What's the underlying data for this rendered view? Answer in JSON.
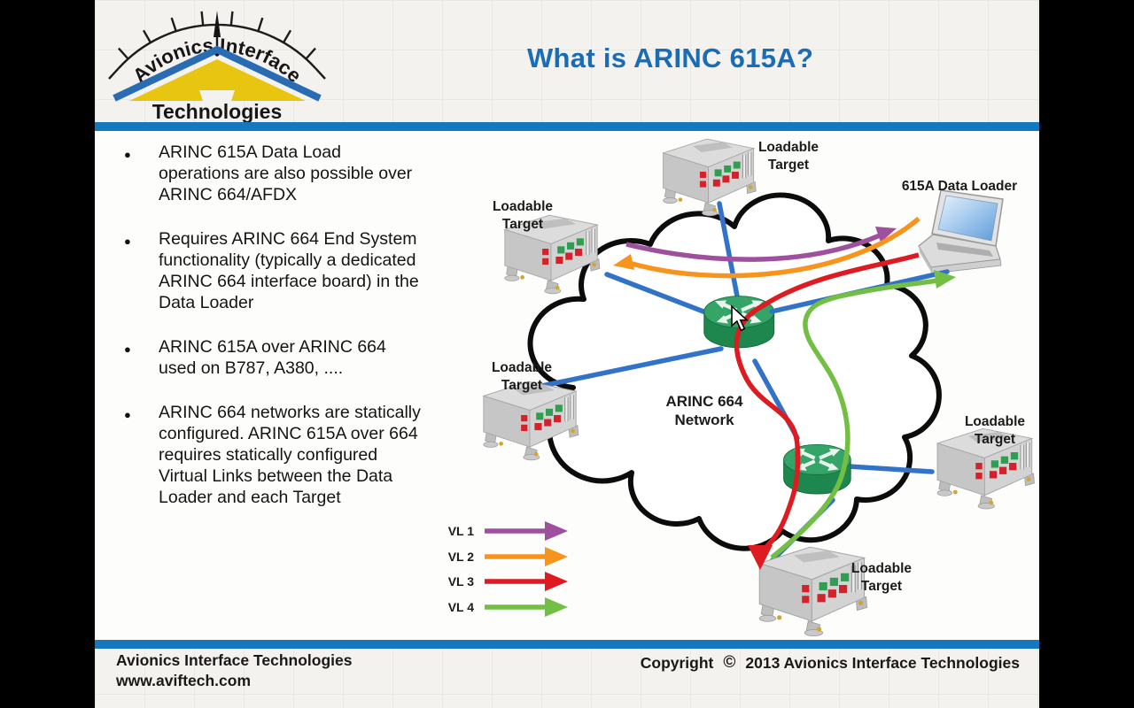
{
  "header": {
    "title": "What is ARINC 615A?"
  },
  "logo": {
    "line1": "Avionics Interface",
    "line2": "Technologies"
  },
  "bullets": [
    "ARINC 615A Data Load\noperations are also possible over\nARINC 664/AFDX",
    "Requires ARINC 664 End System\nfunctionality (typically a dedicated\nARINC 664 interface board) in the\nData Loader",
    "ARINC 615A over ARINC 664\nused on B787, A380, ....",
    "ARINC 664 networks are statically\nconfigured. ARINC 615A over 664\nrequires statically configured\nVirtual Links between the Data\nLoader and each Target"
  ],
  "diagram": {
    "network_label": {
      "line1": "ARINC 664",
      "line2": "Network"
    },
    "data_loader_label": "615A Data Loader",
    "targets": [
      {
        "line1": "Loadable",
        "line2": "Target"
      },
      {
        "line1": "Loadable",
        "line2": "Target"
      },
      {
        "line1": "Loadable",
        "line2": "Target"
      },
      {
        "line1": "Loadable",
        "line2": "Target"
      },
      {
        "line1": "Loadable",
        "line2": "Target"
      }
    ],
    "legend": [
      {
        "label": "VL 1",
        "color": "#9e4f9e"
      },
      {
        "label": "VL 2",
        "color": "#f7941e"
      },
      {
        "label": "VL 3",
        "color": "#dd1b21"
      },
      {
        "label": "VL 4",
        "color": "#72bf44"
      }
    ],
    "link_color": "#3273c8"
  },
  "footer": {
    "company": "Avionics Interface Technologies",
    "website": "www.aviftech.com",
    "copyright_prefix": "Copyright",
    "copyright_symbol": "©",
    "copyright_text": "2013 Avionics Interface Technologies"
  }
}
